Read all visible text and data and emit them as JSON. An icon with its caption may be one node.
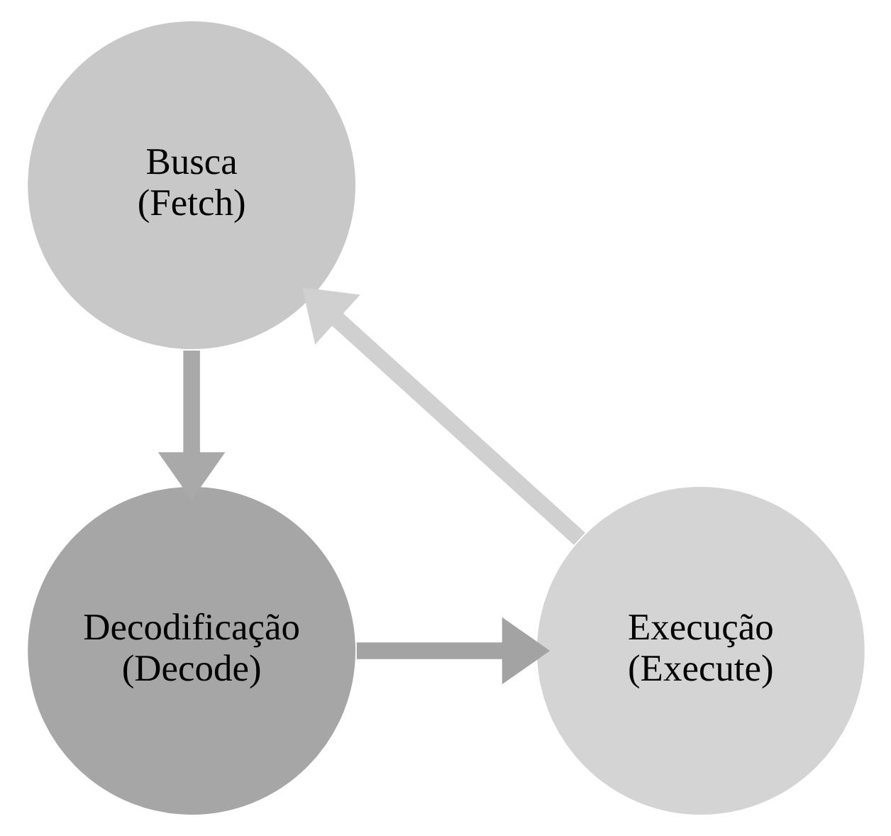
{
  "diagram": {
    "nodes": [
      {
        "text": [
          "Busca",
          "(Fetch)"
        ]
      },
      {
        "text": [
          "Decodificação",
          "(Decode)"
        ]
      },
      {
        "text": [
          "Execução",
          "(Execute)"
        ]
      }
    ],
    "edges": [
      {
        "from": 0,
        "to": 1,
        "arrow": "to",
        "color": "#a9a9a9"
      },
      {
        "from": 1,
        "to": 2,
        "arrow": "to",
        "color": "#a3a3a3"
      },
      {
        "from": 2,
        "to": 0,
        "arrow": "to",
        "color": "#d0d0d0"
      }
    ]
  }
}
